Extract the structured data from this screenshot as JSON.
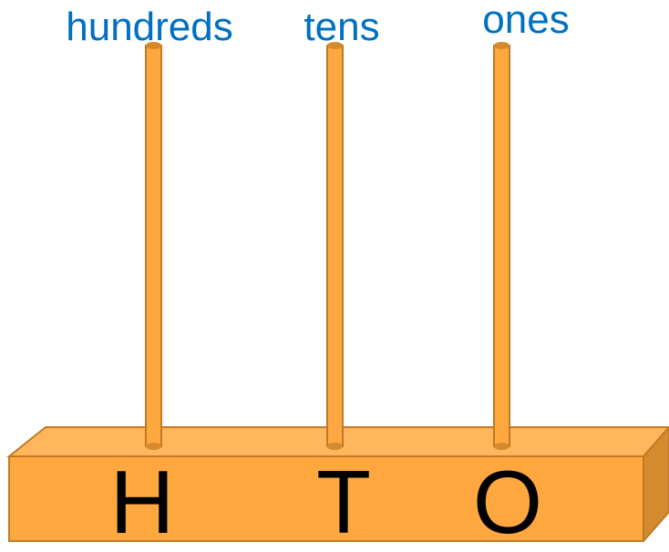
{
  "labels": {
    "hundreds": "hundreds",
    "tens": "tens",
    "ones": "ones"
  },
  "letters": {
    "hundreds": "H",
    "tens": "T",
    "ones": "O"
  },
  "colors": {
    "label_text": "#0070C0",
    "letter_text": "#000000",
    "base_front": "#FFA83F",
    "base_top": "#FFB65C",
    "base_side": "#D48A2E",
    "rod_fill": "#FFA83F",
    "rod_edge": "#C07A26"
  }
}
